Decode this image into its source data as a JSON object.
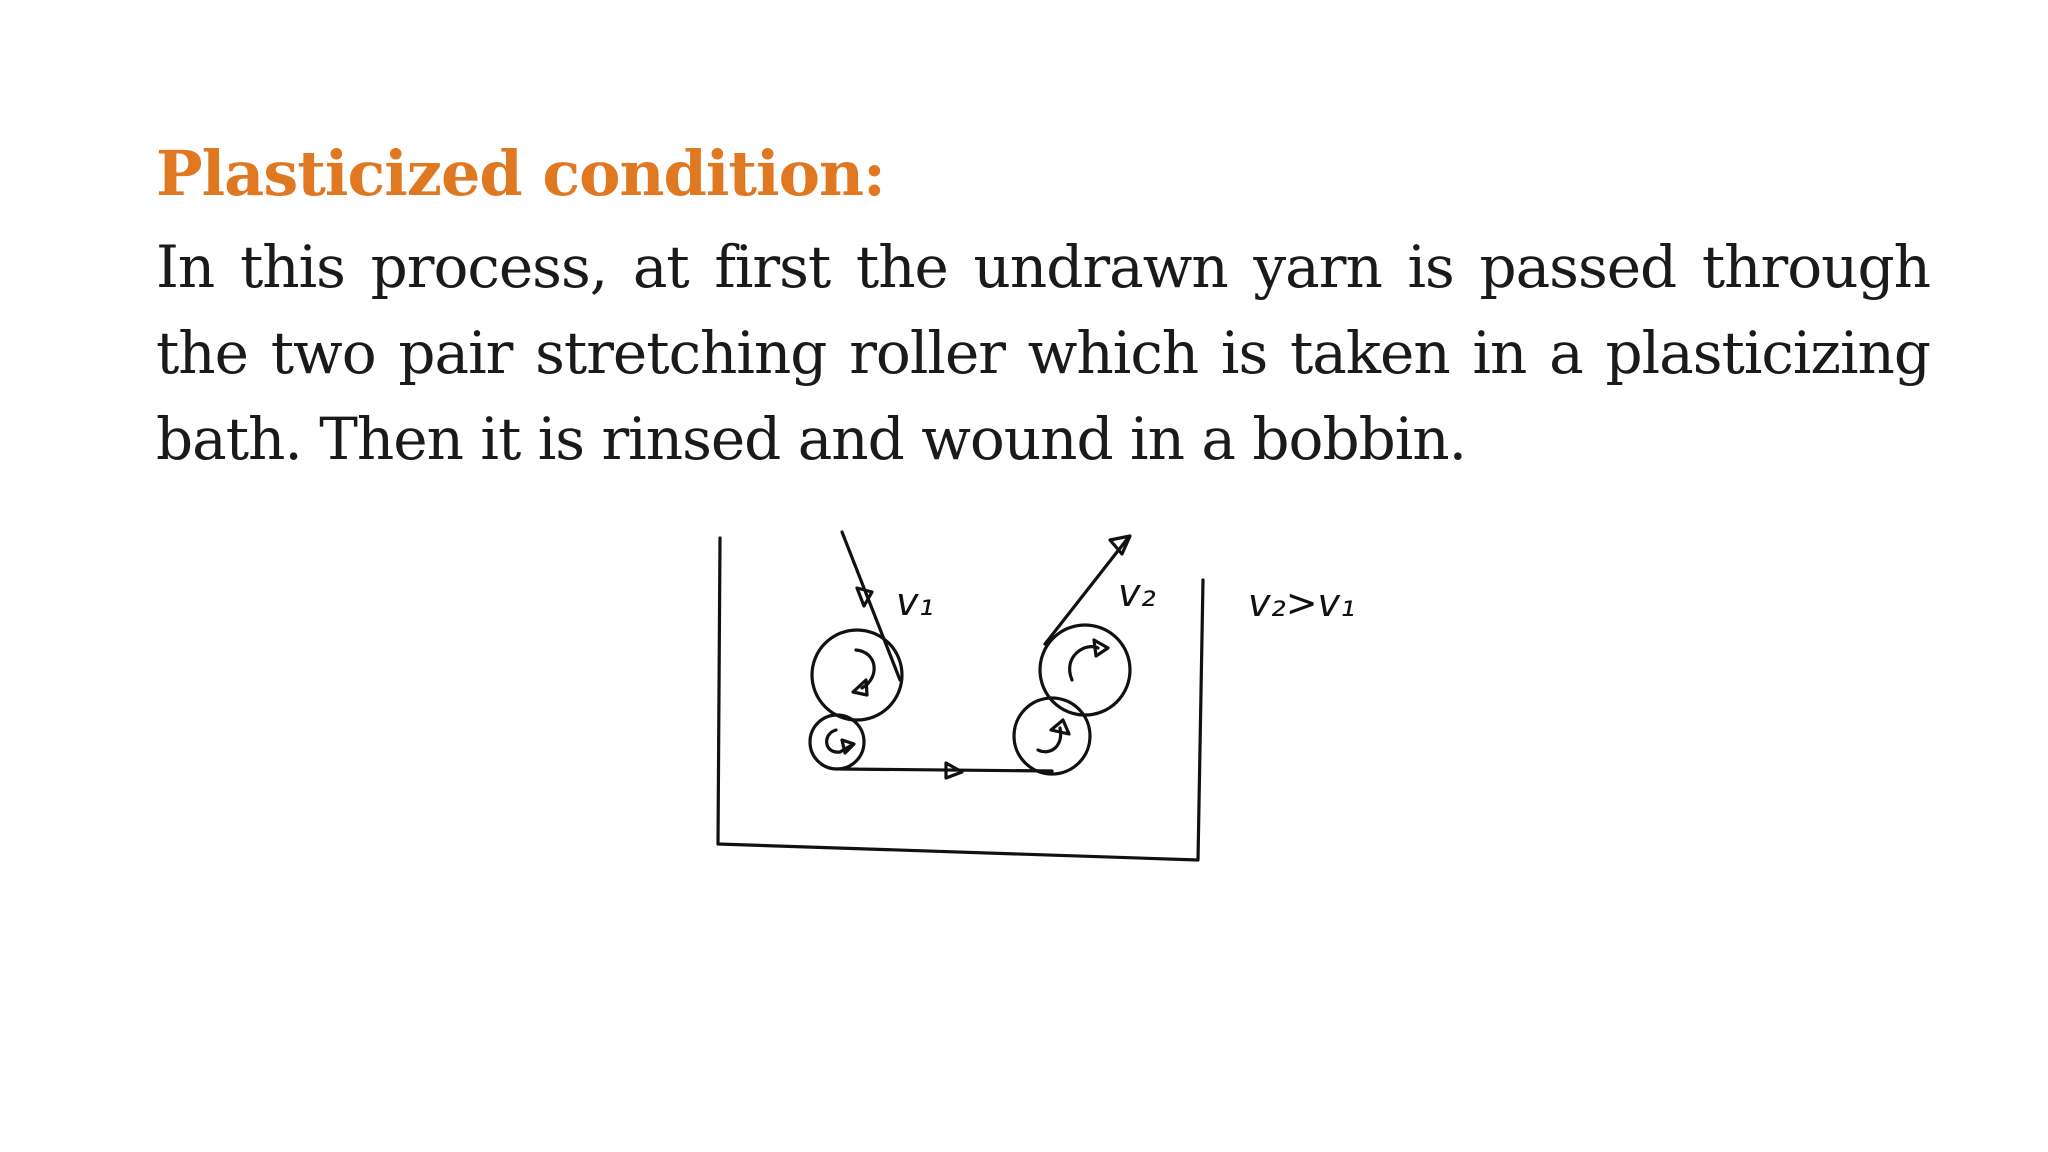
{
  "slide": {
    "heading": "Plasticized condition:",
    "paragraph": "In this process, at first the undrawn yarn is passed through the two pair stretching roller which is taken in a plasticizing bath. Then it is rinsed and wound in a bobbin."
  },
  "diagram": {
    "label_v1": "v₁",
    "label_v2": "v₂",
    "relation": "v₂>v₁"
  }
}
